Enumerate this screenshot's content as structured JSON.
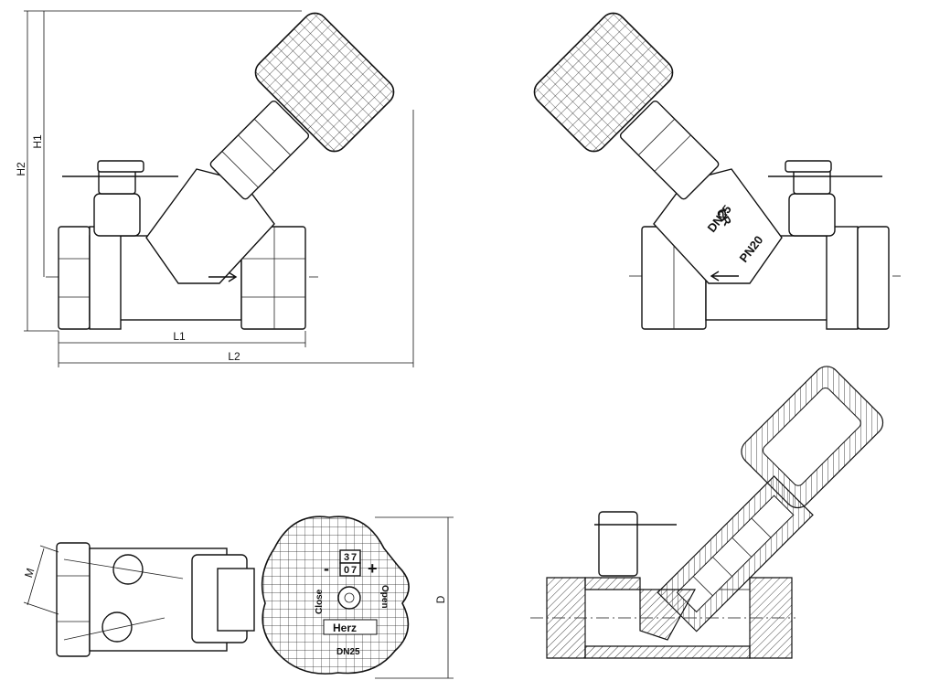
{
  "dimensions": {
    "h1": "H1",
    "h2": "H2",
    "l1": "L1",
    "l2": "L2",
    "m": "M",
    "d": "D"
  },
  "body_marks": {
    "cr": "CR",
    "dn": "DN25",
    "pn": "PN20"
  },
  "handwheel_marks": {
    "close": "Close",
    "open": "Open",
    "minus": "-",
    "plus": "+",
    "scale_top": "3",
    "scale_mid": "7",
    "scale_low": "0",
    "scale_low2": "7",
    "brand": "Herz",
    "dn": "DN25"
  },
  "palette": {
    "line": "#111111",
    "background": "#ffffff",
    "hatch": "#444444"
  }
}
